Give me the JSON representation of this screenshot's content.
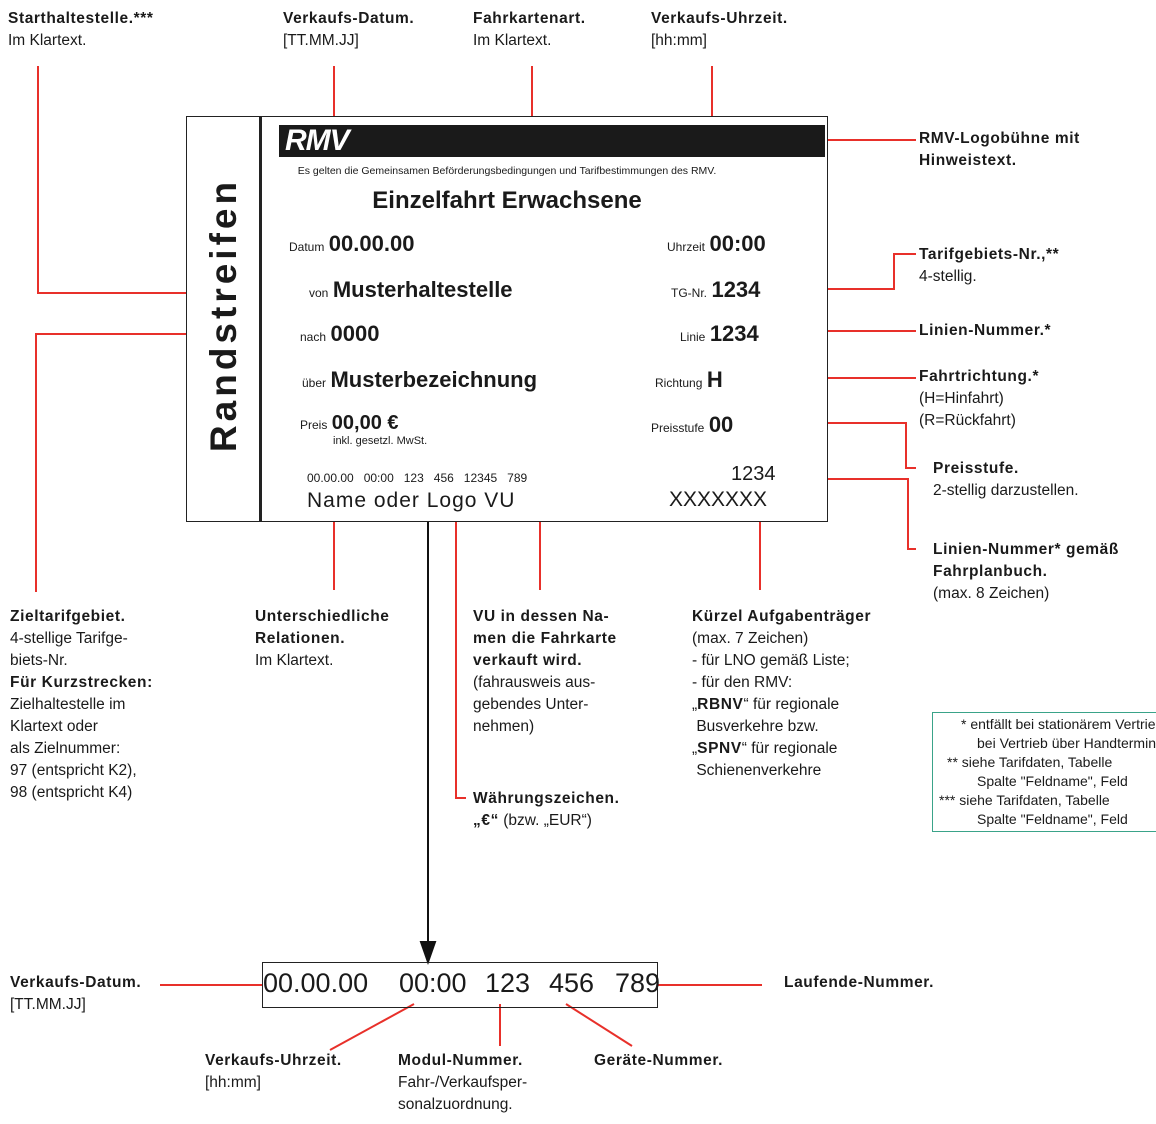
{
  "captions": {
    "start": {
      "title": "Starthaltestelle.***",
      "text": "Im Klartext."
    },
    "vdate": {
      "title": "Verkaufs-Datum.",
      "text": "[TT.MM.JJ]"
    },
    "fart": {
      "title": "Fahrkartenart.",
      "text": "Im Klartext."
    },
    "vtime": {
      "title": "Verkaufs-Uhrzeit.",
      "text": "[hh:mm]"
    },
    "logo": {
      "line1": "RMV-Logobühne mit",
      "line2": "Hinweistext."
    },
    "tg": {
      "title": "Tarifgebiets-Nr.,**",
      "text": "4-stellig."
    },
    "linie": {
      "title": "Linien-Nummer.*"
    },
    "richt": {
      "title": "Fahrtrichtung.*",
      "text1": "(H=Hinfahrt)",
      "text2": "(R=Rückfahrt)"
    },
    "pstufe": {
      "title": "Preisstufe.",
      "text": "2-stellig darzustellen."
    },
    "linfp": {
      "line1": "Linien-Nummer* gemäß",
      "line2": "Fahrplanbuch.",
      "text": "(max. 8 Zeichen)"
    },
    "ziel": {
      "title": "Zieltarifgebiet.",
      "t1": "4-stellige Tarifge-",
      "t2": "biets-Nr.",
      "sub": "Für Kurzstrecken:",
      "t3": "Zielhaltestelle im",
      "t4": "Klartext oder",
      "t5": "als Zielnummer:",
      "t6": "97 (entspricht K2),",
      "t7": "98 (entspricht K4)"
    },
    "rel": {
      "t1": "Unterschiedliche",
      "t2": "Relationen.",
      "text": "Im Klartext."
    },
    "vu": {
      "t1": "VU in dessen Na-",
      "t2": "men die Fahrkarte",
      "t3": "verkauft wird.",
      "x1": "(fahrausweis aus-",
      "x2": "gebendes Unter-",
      "x3": "nehmen)"
    },
    "kurz": {
      "title": "Kürzel Aufgabenträger",
      "x1": "(max. 7 Zeichen)",
      "x2": "- für LNO gemäß Liste;",
      "x3": "- für den RMV:",
      "q1": "„",
      "rbnv": "RBNV",
      "x4": "“ für regionale",
      "x5": "Busverkehre bzw.",
      "q2": "„",
      "spnv": "SPNV",
      "x6": "“ für regionale",
      "x7": "Schienenverkehre"
    },
    "waehr": {
      "title": "Währungszeichen.",
      "q": "„€“",
      "text": "(bzw. „EUR“)"
    },
    "bdate": {
      "title": "Verkaufs-Datum.",
      "text": "[TT.MM.JJ]"
    },
    "lfd": {
      "title": "Laufende-Nummer."
    },
    "btime": {
      "title": "Verkaufs-Uhrzeit.",
      "text": "[hh:mm]"
    },
    "modul": {
      "title": "Modul-Nummer.",
      "t1": "Fahr-/Verkaufsper-",
      "t2": "sonalzuordnung."
    },
    "geraet": {
      "title": "Geräte-Nummer."
    }
  },
  "ticket": {
    "strip": "Randstreifen",
    "logo": "RMV",
    "hint": "Es gelten die Gemeinsamen Beförderungsbedingungen und Tarifbestimmungen des RMV.",
    "title": "Einzelfahrt Erwachsene",
    "datum_lbl": "Datum",
    "datum": "00.00.00",
    "uhrzeit_lbl": "Uhrzeit",
    "uhrzeit": "00:00",
    "von_lbl": "von",
    "von": "Musterhaltestelle",
    "tg_lbl": "TG-Nr.",
    "tg": "1234",
    "nach_lbl": "nach",
    "nach": "0000",
    "linie_lbl": "Linie",
    "linie": "1234",
    "ueber_lbl": "über",
    "ueber": "Musterbezeichnung",
    "richtung_lbl": "Richtung",
    "richtung": "H",
    "preis_lbl": "Preis",
    "preis": "00,00 €",
    "mwst": "inkl. gesetzl. MwSt.",
    "pstufe_lbl": "Preisstufe",
    "pstufe": "00",
    "seq": "00.00.00   00:00   123   456   12345   789",
    "linnr": "1234",
    "vu": "Name oder Logo VU",
    "kurz": "XXXXXXX"
  },
  "bottom_seq": {
    "date": "00.00.00",
    "time": "00:00",
    "mod": "123",
    "dev": "456",
    "lfd": "789"
  },
  "notes": {
    "n1a": "*  entfällt bei stationärem Vertrieb und",
    "n1b": "bei Vertrieb über Handterminals",
    "n2a": "**  siehe Tarifdaten, Tabelle",
    "n2b": "Spalte \"Feldname\", Feld",
    "n3a": "***  siehe Tarifdaten, Tabelle",
    "n3b": "Spalte \"Feldname\", Feld"
  },
  "colors": {
    "leader": "#e8302a",
    "note_border": "#3aa389"
  }
}
